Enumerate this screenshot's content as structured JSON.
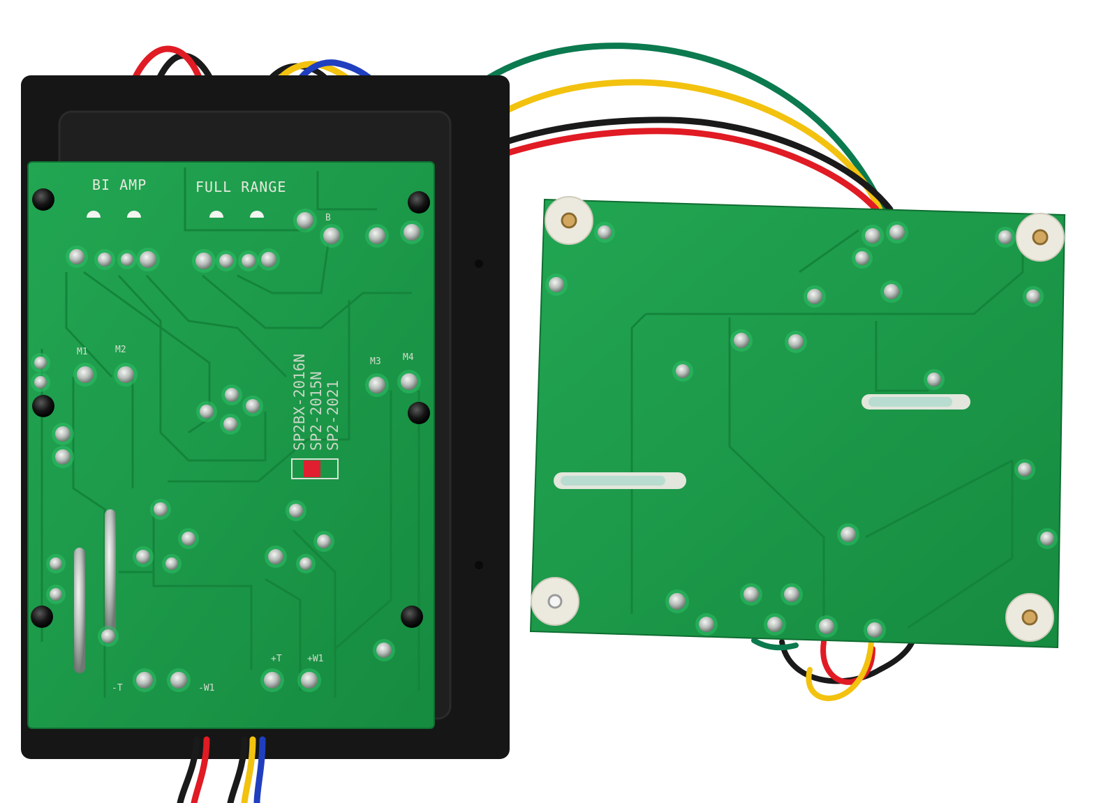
{
  "scene": {
    "description_label": "",
    "left_board": {
      "labels": {
        "bi_amp": "BI AMP",
        "full_range": "FULL RANGE",
        "m1": "M1",
        "m2": "M2",
        "m3": "M3",
        "m4": "M4",
        "b": "B",
        "minus_t": "-T",
        "minus_w1": "-W1",
        "plus_t": "+T",
        "plus_w1": "+W1"
      },
      "model_numbers": [
        "SP2BX-2016N",
        "SP2-2015N",
        "SP2-2021"
      ]
    },
    "colors": {
      "pcb_green": "#1a9b48",
      "trace_green": "#17873e",
      "bezel_black": "#161616",
      "wire_red": "#e01b24",
      "wire_black": "#1a1a1a",
      "wire_blue": "#1f3fbf",
      "wire_yellow": "#f2c20f",
      "wire_green": "#0c7a4f",
      "solder": "#cfd3d0",
      "standoff": "#eceade"
    }
  }
}
